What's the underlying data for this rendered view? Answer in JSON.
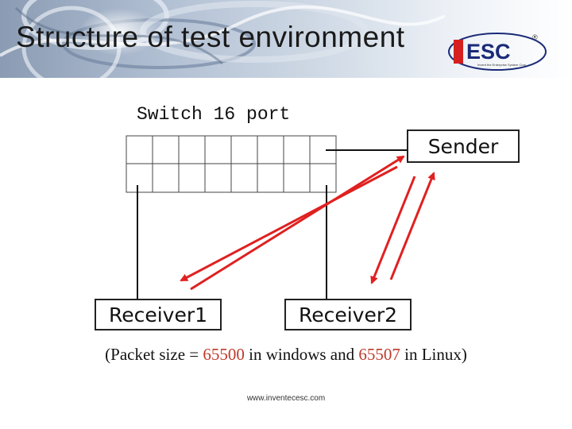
{
  "slide": {
    "title": "Structure of test environment",
    "logo": {
      "text": "ESC",
      "letter": "I",
      "tagline": "Invent the Enterprise System Corp",
      "registered": "®"
    },
    "accent_red": "#e02020",
    "header_gradient": [
      "#8a9bb3",
      "#ffffff"
    ]
  },
  "diagram": {
    "switch_label": "Switch 16 port",
    "switch_ports": 16,
    "nodes": {
      "sender": "Sender",
      "receiver1": "Receiver1",
      "receiver2": "Receiver2"
    }
  },
  "caption": {
    "prefix": "(Packet size = ",
    "value1": "65500",
    "middle": " in windows and ",
    "value2": "65507",
    "suffix": " in Linux)"
  },
  "footer": {
    "url": "www.inventecesc.com"
  }
}
